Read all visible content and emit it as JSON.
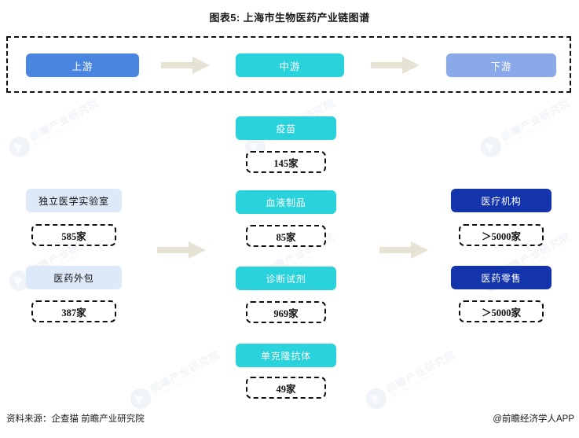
{
  "title": "图表5: 上海市生物医药产业链图谱",
  "colors": {
    "upstream": "#4a86e0",
    "midstream": "#2ad2db",
    "downstream": "#8aa9e9",
    "left_node": "#dde8f8",
    "right_node": "#1434ab",
    "arrow": "#e6e2d4",
    "dashed_border": "#111111"
  },
  "header": {
    "stages": [
      {
        "label": "上游",
        "name": "upstream"
      },
      {
        "label": "中游",
        "name": "midstream"
      },
      {
        "label": "下游",
        "name": "downstream"
      }
    ],
    "arrows": [
      "flow-arrow-1",
      "flow-arrow-2"
    ]
  },
  "columns": {
    "left": {
      "stage": "上游",
      "items": [
        {
          "label": "独立医学实验室",
          "count": "585家"
        },
        {
          "label": "医药外包",
          "count": "387家"
        }
      ]
    },
    "middle": {
      "stage": "中游",
      "items": [
        {
          "label": "疫苗",
          "count": "145家"
        },
        {
          "label": "血液制品",
          "count": "85家"
        },
        {
          "label": "诊断试剂",
          "count": "969家"
        },
        {
          "label": "单克隆抗体",
          "count": "49家"
        }
      ]
    },
    "right": {
      "stage": "下游",
      "items": [
        {
          "label": "医疗机构",
          "count": "＞5000家"
        },
        {
          "label": "医药零售",
          "count": "＞5000家"
        }
      ]
    }
  },
  "body_arrows": [
    "body-arrow-left-to-mid",
    "body-arrow-mid-to-right"
  ],
  "footer": {
    "source": "资料来源：企查猫 前瞻产业研究院",
    "attribution": "@前瞻经济学人APP"
  },
  "watermark": {
    "cn": "前瞻产业研究院",
    "en": "QIANZHAN INTELLIGENCE"
  }
}
